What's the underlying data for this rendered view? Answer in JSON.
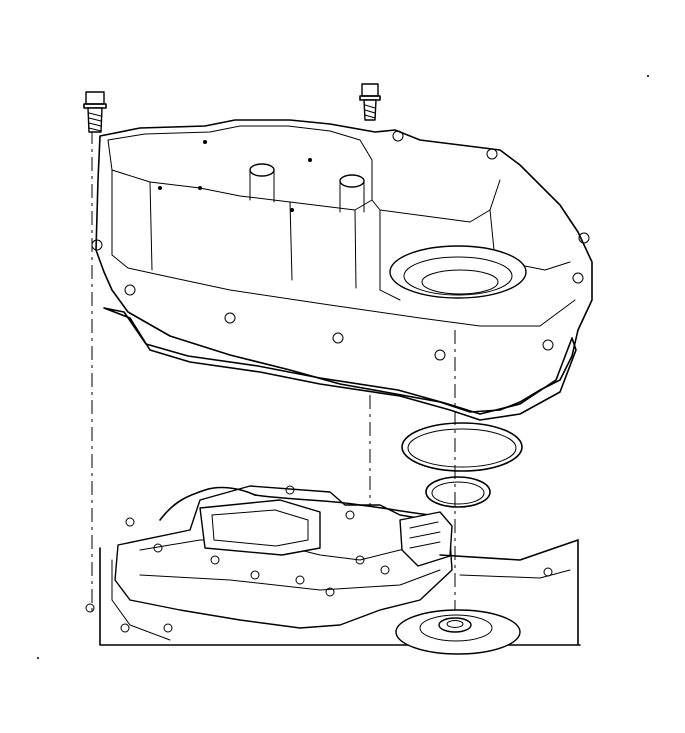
{
  "figure": {
    "components": [
      "bolt-left",
      "bolt-center",
      "valve-body-cover",
      "cover-gasket",
      "large-seal-ring",
      "small-seal-ring",
      "valve-body-assembly",
      "transaxle-case"
    ],
    "colors": {
      "line": "#000000",
      "background": "#ffffff"
    }
  }
}
